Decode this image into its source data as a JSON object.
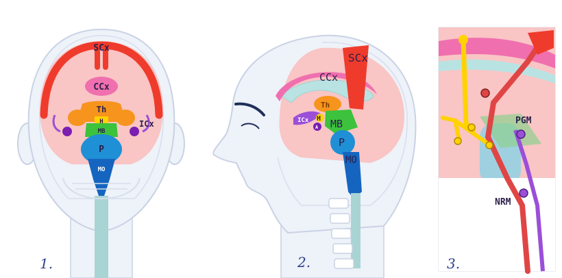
{
  "panels": [
    {
      "number": "1.",
      "labels": {
        "scx": "SCx",
        "ccx": "CCx",
        "th": "Th",
        "h": "H",
        "mb": "MB",
        "icx": "ICx",
        "p": "P",
        "mo": "MO"
      }
    },
    {
      "number": "2.",
      "labels": {
        "scx": "SCx",
        "ccx": "CCx",
        "th": "Th",
        "h": "H",
        "icx": "ICx",
        "a": "A",
        "mb": "MB",
        "p": "P",
        "mo": "MO"
      }
    },
    {
      "number": "3.",
      "labels": {
        "pgm": "PGM",
        "nrm": "NRM"
      }
    }
  ],
  "colors": {
    "scx": "#ef3b2c",
    "ccx": "#f06fae",
    "thalamus": "#f7941d",
    "hypothalamus": "#ffd200",
    "midbrain": "#3cc23c",
    "pons": "#1f8fd6",
    "medulla": "#1565c0",
    "icx": "#9b4fd8",
    "amygdala": "#7a1fb0",
    "brain_fill": "#f9c5c5",
    "skull_fill": "#e9eef8",
    "spine": "#a9d4d4",
    "label_color": "#2b1f4a",
    "panel_number_color": "#2c3e8a"
  }
}
